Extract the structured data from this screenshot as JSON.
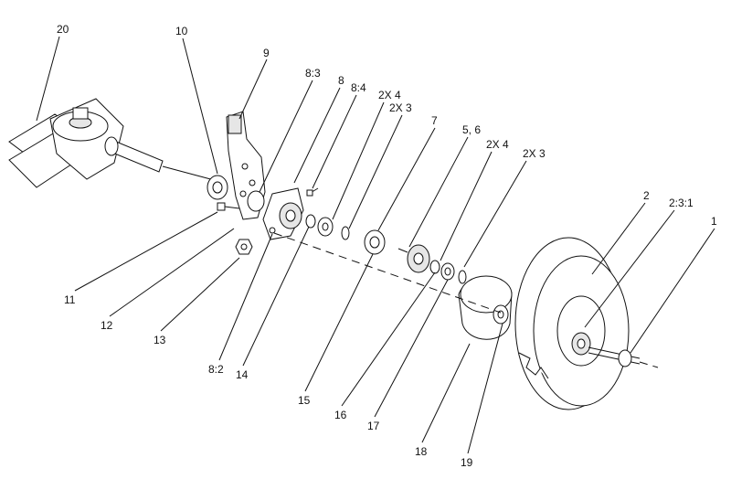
{
  "diagram": {
    "labels": {
      "l20": "20",
      "l10": "10",
      "l9": "9",
      "l8_3": "8:3",
      "l8": "8",
      "l8_4": "8:4",
      "l2x4a": "2X 4",
      "l2x3a": "2X 3",
      "l7": "7",
      "l5_6": "5, 6",
      "l2x4b": "2X 4",
      "l2x3b": "2X 3",
      "l2": "2",
      "l2_3_1": "2:3:1",
      "l1": "1",
      "l11": "11",
      "l12": "12",
      "l13": "13",
      "l8_2": "8:2",
      "l14": "14",
      "l15": "15",
      "l16": "16",
      "l17": "17",
      "l18": "18",
      "l19": "19"
    }
  }
}
